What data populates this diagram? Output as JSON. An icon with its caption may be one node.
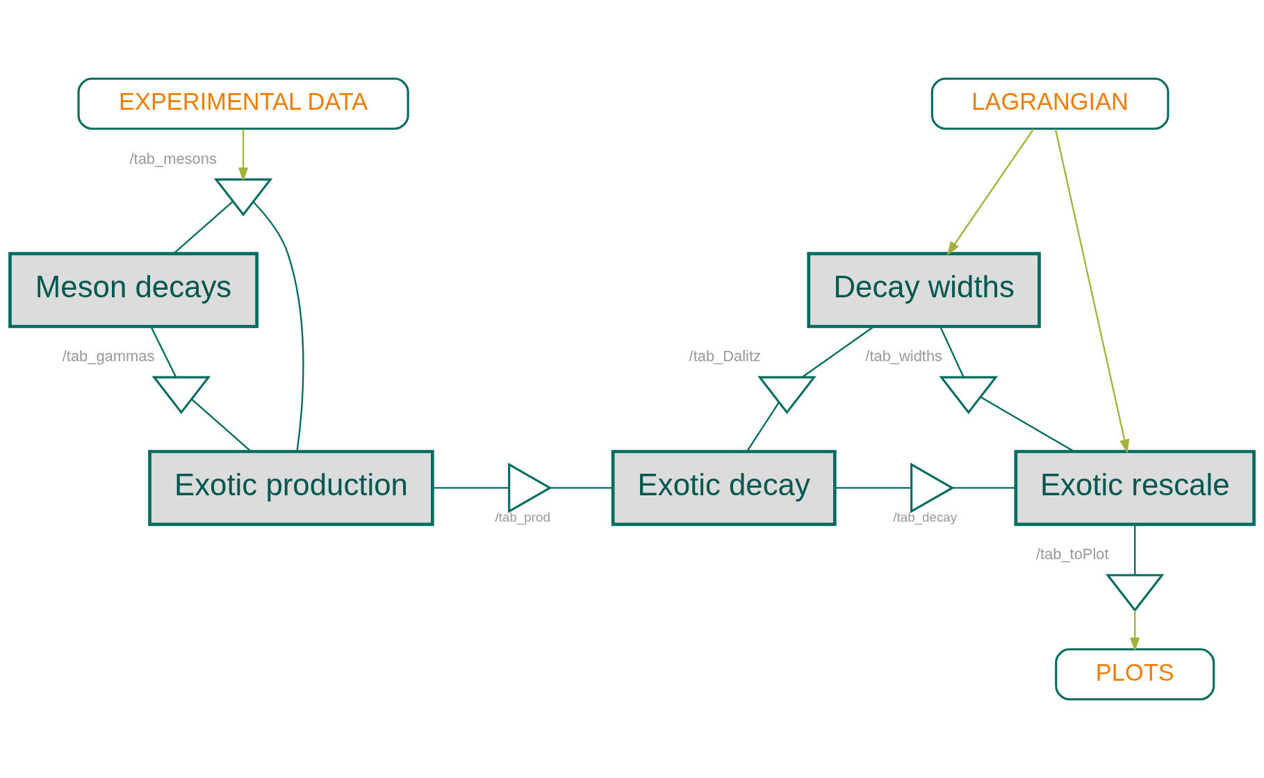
{
  "diagram": {
    "nodes": [
      {
        "text": [
          "EXPERIMENTAL DATA"
        ]
      },
      {
        "text": [
          "LAGRANGIAN"
        ]
      },
      {
        "text": [],
        "shape": "triangle",
        "beside": [
          "/tab_mesons"
        ]
      },
      {
        "text": [
          "Meson decays"
        ]
      },
      {
        "text": [
          "Decay widths"
        ]
      },
      {
        "text": [],
        "shape": "triangle",
        "beside": [
          "/tab_gammas"
        ]
      },
      {
        "text": [],
        "shape": "triangle",
        "beside": [
          "/tab_Dalitz"
        ]
      },
      {
        "text": [],
        "shape": "triangle",
        "beside": [
          "/tab_widths"
        ]
      },
      {
        "text": [
          "Exotic production"
        ]
      },
      {
        "text": [],
        "shape": "triangle",
        "beside": [
          "/tab_prod"
        ]
      },
      {
        "text": [
          "Exotic decay"
        ]
      },
      {
        "text": [],
        "shape": "triangle",
        "beside": [
          "/tab_decay"
        ]
      },
      {
        "text": [
          "Exotic rescale"
        ]
      },
      {
        "text": [],
        "shape": "triangle",
        "beside": [
          "/tab_toPlot"
        ]
      },
      {
        "text": [
          "PLOTS"
        ]
      }
    ],
    "edges": [
      {
        "from": 0,
        "to": 2,
        "arrow": "to",
        "color": "#a4b23a"
      },
      {
        "from": 2,
        "to": 3,
        "arrow": "none"
      },
      {
        "from": 2,
        "to": 8,
        "arrow": "none"
      },
      {
        "from": 3,
        "to": 5,
        "arrow": "none"
      },
      {
        "from": 5,
        "to": 8,
        "arrow": "none"
      },
      {
        "from": 1,
        "to": 4,
        "arrow": "to",
        "color": "#a4b23a"
      },
      {
        "from": 1,
        "to": 12,
        "arrow": "to",
        "color": "#a4b23a"
      },
      {
        "from": 4,
        "to": 6,
        "arrow": "none"
      },
      {
        "from": 6,
        "to": 10,
        "arrow": "none"
      },
      {
        "from": 4,
        "to": 7,
        "arrow": "none"
      },
      {
        "from": 7,
        "to": 12,
        "arrow": "none"
      },
      {
        "from": 8,
        "to": 9,
        "arrow": "none"
      },
      {
        "from": 9,
        "to": 10,
        "arrow": "none"
      },
      {
        "from": 10,
        "to": 11,
        "arrow": "none"
      },
      {
        "from": 11,
        "to": 12,
        "arrow": "none"
      },
      {
        "from": 12,
        "to": 13,
        "arrow": "none"
      },
      {
        "from": 13,
        "to": 14,
        "arrow": "to",
        "color": "#a4b23a"
      }
    ]
  }
}
